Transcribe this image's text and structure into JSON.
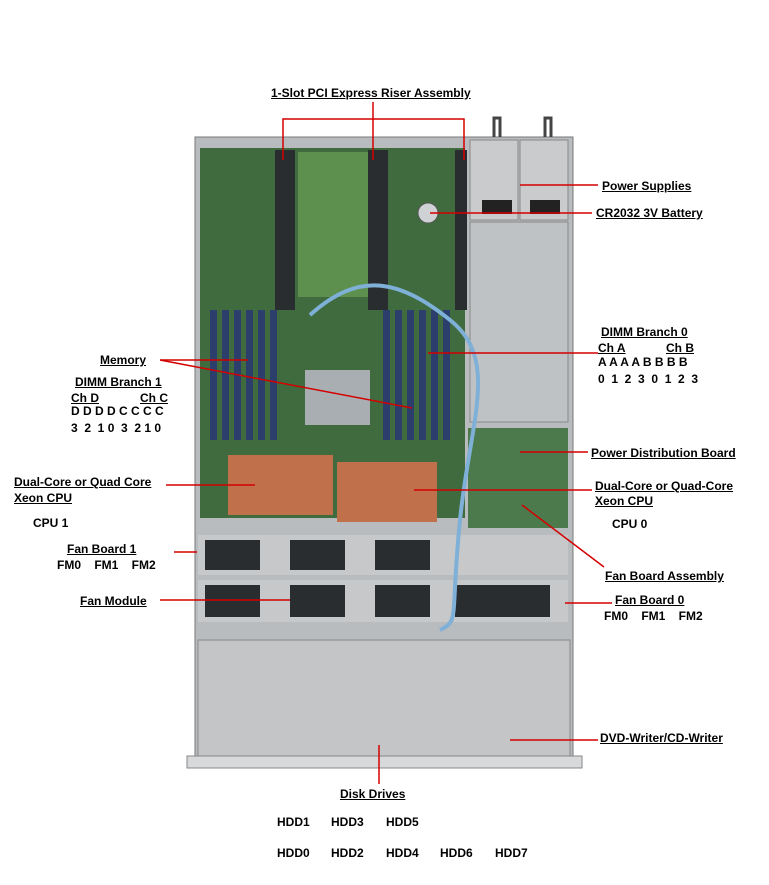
{
  "labels": {
    "riser": "1-Slot PCI Express Riser Assembly",
    "power_supplies": "Power Supplies",
    "battery": "CR2032 3V Battery",
    "dimm_branch0": "DIMM Branch 0",
    "ch_a": "Ch A",
    "ch_b": "Ch B",
    "branch0_slots_row1": "A A A A B B B B",
    "branch0_slots_row2": "0  1  2  3  0  1  2  3",
    "memory": "Memory",
    "dimm_branch1": "DIMM Branch 1",
    "ch_d": "Ch D",
    "ch_c": "Ch C",
    "branch1_slots_row1": "D D D D C C C C",
    "branch1_slots_row2": "3  2  1 0  3  2 1 0",
    "pdb": "Power Distribution Board",
    "cpu_left_line1": "Dual-Core or Quad Core",
    "cpu_left_line2": "Xeon CPU",
    "cpu1": "CPU 1",
    "cpu_right_line1": "Dual-Core or Quad-Core",
    "cpu_right_line2": "Xeon CPU",
    "cpu0": "CPU 0",
    "fan_board1": "Fan Board 1",
    "fb1_fans": "FM0    FM1    FM2",
    "fan_module": "Fan Module",
    "fan_board_assembly": "Fan Board Assembly",
    "fan_board0": "Fan Board 0",
    "fb0_fans": "FM0    FM1    FM2",
    "dvd": "DVD-Writer/CD-Writer",
    "disk_drives": "Disk Drives",
    "hdd_row1": [
      "HDD1",
      "HDD3",
      "HDD5"
    ],
    "hdd_row2": [
      "HDD0",
      "HDD2",
      "HDD4",
      "HDD6",
      "HDD7"
    ]
  },
  "colors": {
    "leader": "#d40000",
    "chassis": "#b9bcbf",
    "board": "#3f6b3f",
    "heatsink": "#c0704a",
    "tray": "#c6c8ca",
    "fan": "#2a2d30",
    "psu": "#c9cbcd",
    "cable": "#7fb0d8"
  }
}
